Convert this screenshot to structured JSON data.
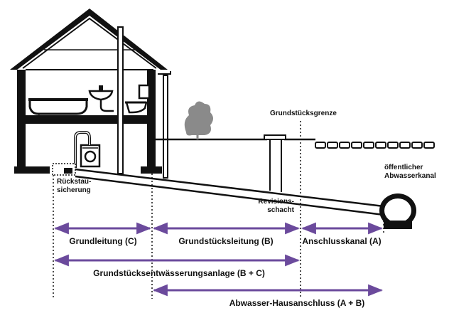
{
  "labels": {
    "property_boundary": "Grundstücksgrenze",
    "backflow_line1": "Rückstau-",
    "backflow_line2": "sicherung",
    "manhole_line1": "Revisions-",
    "manhole_line2": "schacht",
    "sewer_line1": "öffentlicher",
    "sewer_line2": "Abwasserkanal"
  },
  "spans": {
    "grundleitung": "Grundleitung (C)",
    "grundstuecksleitung": "Grundstücksleitung (B)",
    "anschlusskanal": "Anschlusskanal (A)",
    "entwaesserungsanlage": "Grundstücksentwässerungsanlage (B + C)",
    "hausanschluss": "Abwasser-Hausanschluss (A + B)"
  },
  "colors": {
    "arrow": "#6b4a9c",
    "structure": "#111111",
    "bush": "#8a8a8a"
  }
}
